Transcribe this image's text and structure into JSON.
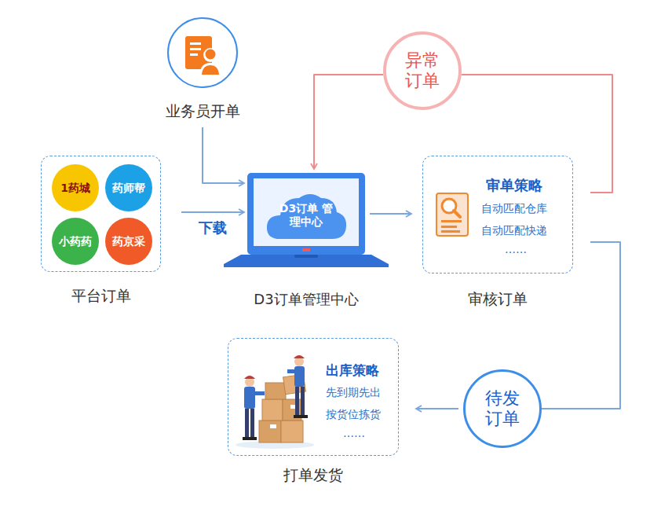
{
  "diagram": {
    "nodes": [
      {
        "text": [
          "业务员开单"
        ]
      },
      {
        "text": [
          "异常 订单"
        ]
      },
      {
        "text": [
          "平台订单"
        ]
      },
      {
        "text": [
          "1药城"
        ],
        "in": 2
      },
      {
        "text": [
          "药师帮"
        ],
        "in": 2
      },
      {
        "text": [
          "小药药"
        ],
        "in": 2
      },
      {
        "text": [
          "药京采"
        ],
        "in": 2
      },
      {
        "text": [
          "D3订单管理中心"
        ]
      },
      {
        "text": [
          "D3订单 管理中心"
        ],
        "in": 7
      },
      {
        "text": [
          "审单策略",
          "自动匹配仓库",
          "自动匹配快递",
          "……",
          "审核订单"
        ]
      },
      {
        "text": [
          "出库策略",
          "先到期先出",
          "按货位拣货",
          "……",
          "打单发货"
        ]
      },
      {
        "text": [
          "待发 订单"
        ]
      }
    ],
    "edges": [
      {
        "from": 0,
        "to": 7,
        "arrow": "to"
      },
      {
        "from": 2,
        "to": 7,
        "label": "下载",
        "arrow": "to"
      },
      {
        "from": 7,
        "to": 9,
        "arrow": "to"
      },
      {
        "from": 9,
        "to": 1,
        "arrow": "none"
      },
      {
        "from": 1,
        "to": 7,
        "arrow": "to"
      },
      {
        "from": 9,
        "to": 11,
        "arrow": "none"
      },
      {
        "from": 11,
        "to": 10,
        "arrow": "to"
      }
    ]
  }
}
